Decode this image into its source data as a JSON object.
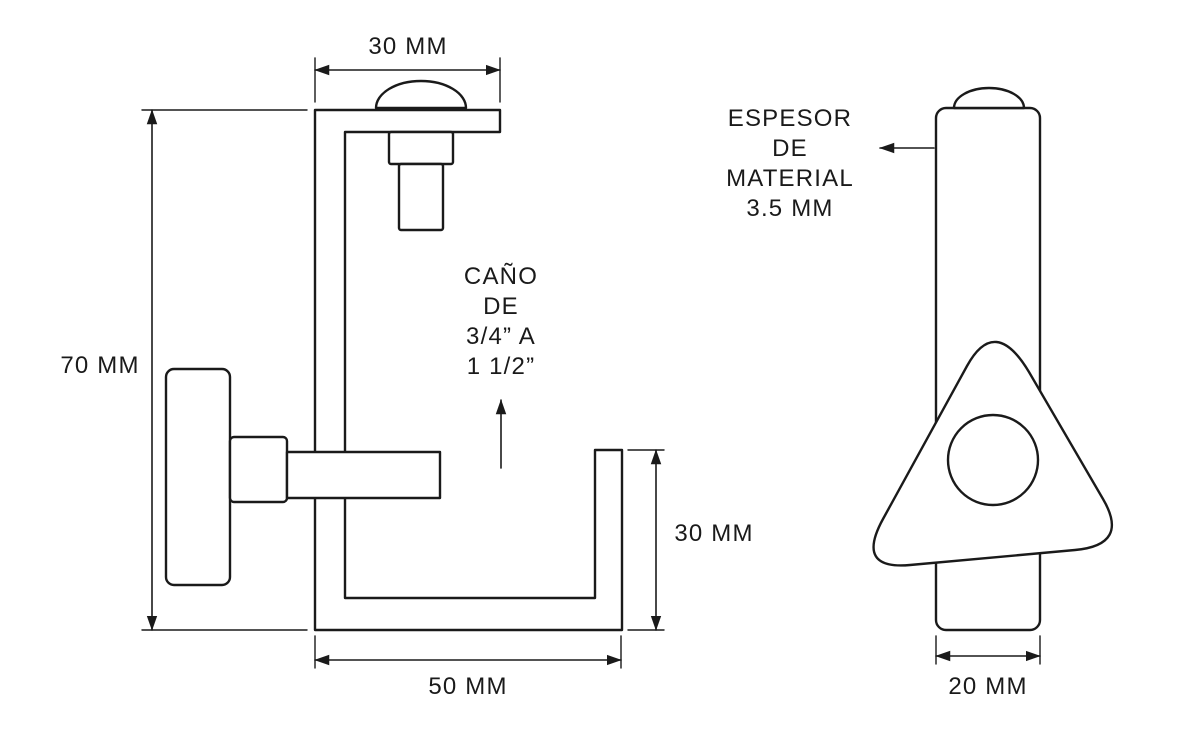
{
  "page": {
    "background_color": "#ffffff",
    "line_color": "#1a1a1a"
  },
  "front_view": {
    "dim_width_top": "30 MM",
    "dim_height_left": "70 MM",
    "dim_width_bottom": "50 MM",
    "dim_height_right": "30 MM",
    "pipe_note": {
      "line1": "CAÑO",
      "line2": "DE",
      "line3": "3/4” A",
      "line4": "1 1/2”"
    }
  },
  "side_view": {
    "thickness_note": {
      "line1": "ESPESOR",
      "line2": "DE",
      "line3": "MATERIAL",
      "line4": "3.5 MM"
    },
    "dim_width_bottom": "20 MM"
  }
}
